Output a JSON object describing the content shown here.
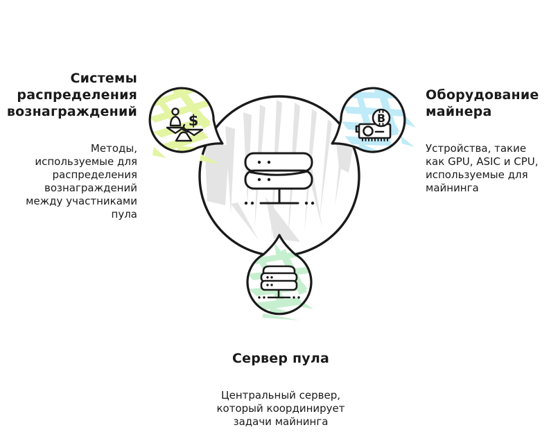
{
  "colors": {
    "ink": "#1a1a1a",
    "background": "#ffffff",
    "center_scribble": "#e4e4e4",
    "rewards_scribble": "#e3f4a3",
    "hardware_scribble": "#bfeaf8",
    "pool_scribble": "#c6efcf"
  },
  "center": {
    "icon": "server-rack-icon"
  },
  "nodes": {
    "rewards": {
      "title": "Системы\nраспределения\nвознаграждений",
      "description": "Методы,\nиспользуемые для\nраспределения\nвознаграждений\nмежду участниками\nпула",
      "icon": "balance-scale-icon",
      "dollar_glyph": "$"
    },
    "hardware": {
      "title": "Оборудование\nмайнера",
      "description": "Устройства, такие\nкак GPU, ASIC и CPU,\nиспользуемые для\nмайнинга",
      "icon": "gpu-bitcoin-icon",
      "bitcoin_glyph": "B"
    },
    "pool_server": {
      "title": "Сервер пула",
      "description": "Центральный сервер,\nкоторый координирует\nзадачи майнинга",
      "icon": "database-server-icon"
    }
  }
}
